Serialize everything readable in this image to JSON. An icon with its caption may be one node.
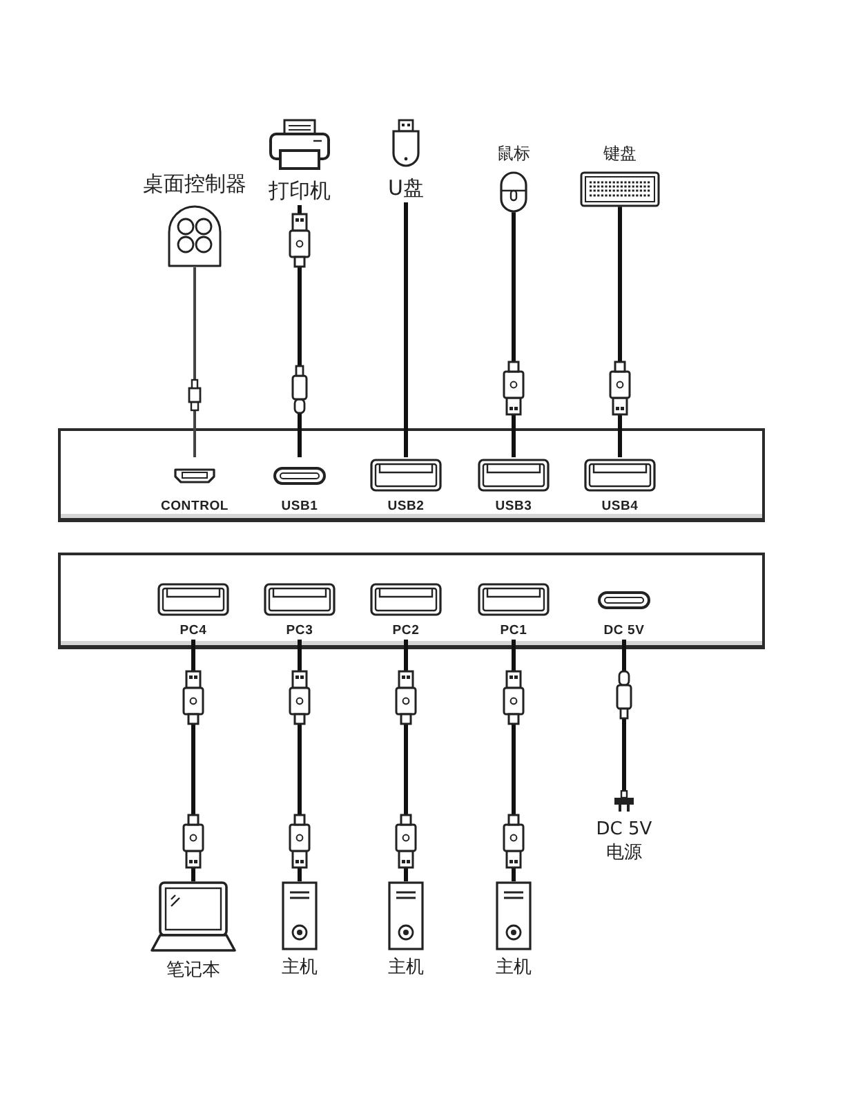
{
  "diagram": {
    "nodes": [
      {
        "text": [
          "桌面控制器"
        ]
      },
      {
        "text": [
          "打印机"
        ]
      },
      {
        "text": [
          "U盘"
        ]
      },
      {
        "text": [
          "鼠标"
        ]
      },
      {
        "text": [
          "键盘"
        ]
      },
      {
        "text": [],
        "shape": "box"
      },
      {
        "text": [
          "CONTROL"
        ],
        "in": 5
      },
      {
        "text": [
          "USB1"
        ],
        "in": 5
      },
      {
        "text": [
          "USB2"
        ],
        "in": 5
      },
      {
        "text": [
          "USB3"
        ],
        "in": 5
      },
      {
        "text": [
          "USB4"
        ],
        "in": 5
      },
      {
        "text": [],
        "shape": "box"
      },
      {
        "text": [
          "PC4"
        ],
        "in": 11
      },
      {
        "text": [
          "PC3"
        ],
        "in": 11
      },
      {
        "text": [
          "PC2"
        ],
        "in": 11
      },
      {
        "text": [
          "PC1"
        ],
        "in": 11
      },
      {
        "text": [
          "DC 5V"
        ],
        "in": 11
      },
      {
        "text": [
          "笔记本"
        ]
      },
      {
        "text": [
          "主机"
        ]
      },
      {
        "text": [
          "主机"
        ]
      },
      {
        "text": [
          "主机"
        ]
      },
      {
        "text": [
          "DC 5V 电源"
        ]
      }
    ],
    "edges": [
      {
        "from": 0,
        "to": 6,
        "arrow": "none"
      },
      {
        "from": 1,
        "to": 7,
        "arrow": "none"
      },
      {
        "from": 2,
        "to": 8,
        "arrow": "none"
      },
      {
        "from": 3,
        "to": 9,
        "arrow": "none"
      },
      {
        "from": 4,
        "to": 10,
        "arrow": "none"
      },
      {
        "from": 12,
        "to": 17,
        "arrow": "none"
      },
      {
        "from": 13,
        "to": 18,
        "arrow": "none"
      },
      {
        "from": 14,
        "to": 19,
        "arrow": "none"
      },
      {
        "from": 15,
        "to": 20,
        "arrow": "none"
      },
      {
        "from": 16,
        "to": 21,
        "arrow": "none"
      }
    ]
  }
}
